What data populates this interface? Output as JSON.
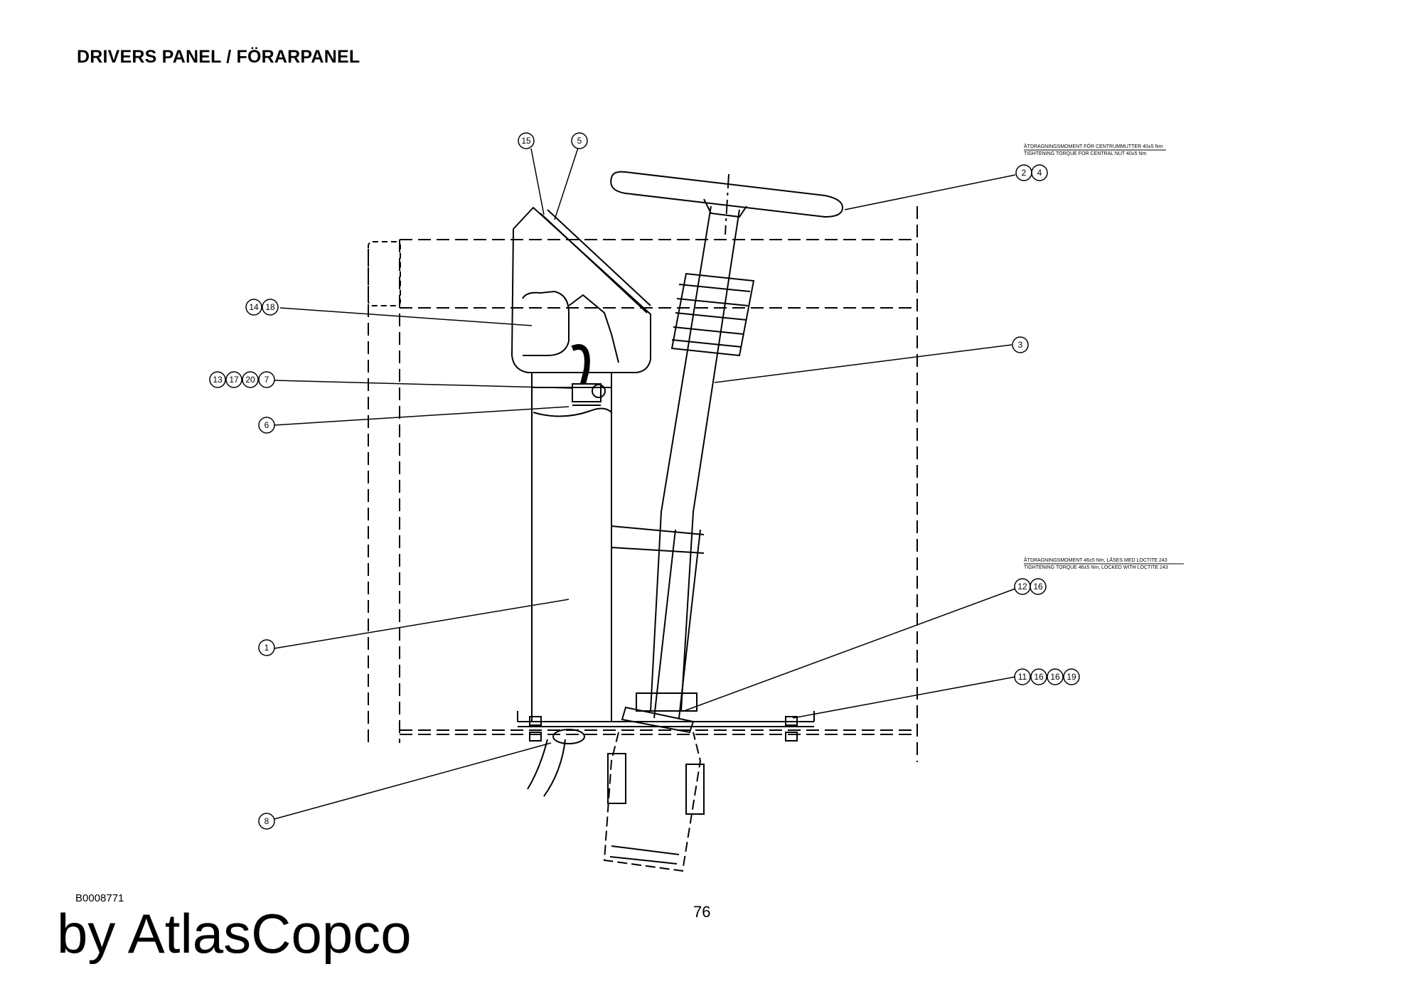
{
  "header": {
    "title": "DRIVERS PANEL / FÖRARPANEL"
  },
  "drawing": {
    "callouts": [
      {
        "id": "c15",
        "labels": [
          "15"
        ]
      },
      {
        "id": "c5",
        "labels": [
          "5"
        ]
      },
      {
        "id": "c2-4",
        "labels": [
          "2",
          "4"
        ]
      },
      {
        "id": "c14-18",
        "labels": [
          "14",
          "18"
        ]
      },
      {
        "id": "c3",
        "labels": [
          "3"
        ]
      },
      {
        "id": "c13-17-20-7",
        "labels": [
          "13",
          "17",
          "20",
          "7"
        ]
      },
      {
        "id": "c6",
        "labels": [
          "6"
        ]
      },
      {
        "id": "c12-16",
        "labels": [
          "12",
          "16"
        ]
      },
      {
        "id": "c1",
        "labels": [
          "1"
        ]
      },
      {
        "id": "c11-16-16-19",
        "labels": [
          "11",
          "16",
          "16",
          "19"
        ]
      },
      {
        "id": "c8",
        "labels": [
          "8"
        ]
      }
    ],
    "notes": {
      "torque_nut_sv": "ÅTDRAGNINGSMOMENT FÖR CENTRUMMUTTER 40±5 Nm",
      "torque_nut_en": "TIGHTENING TORQUE FOR CENTRAL NUT 40±5 Nm",
      "torque_base_sv": "ÅTDRAGNINGSMOMENT 46±5 Nm, LÅSES MED LOCTITE 243",
      "torque_base_en": "TIGHTENING TORQUE 46±5 Nm, LOCKED WITH LOCTITE 243"
    }
  },
  "footer": {
    "code": "B0008771",
    "page_number": "76",
    "brand": "by AtlasCopco"
  }
}
